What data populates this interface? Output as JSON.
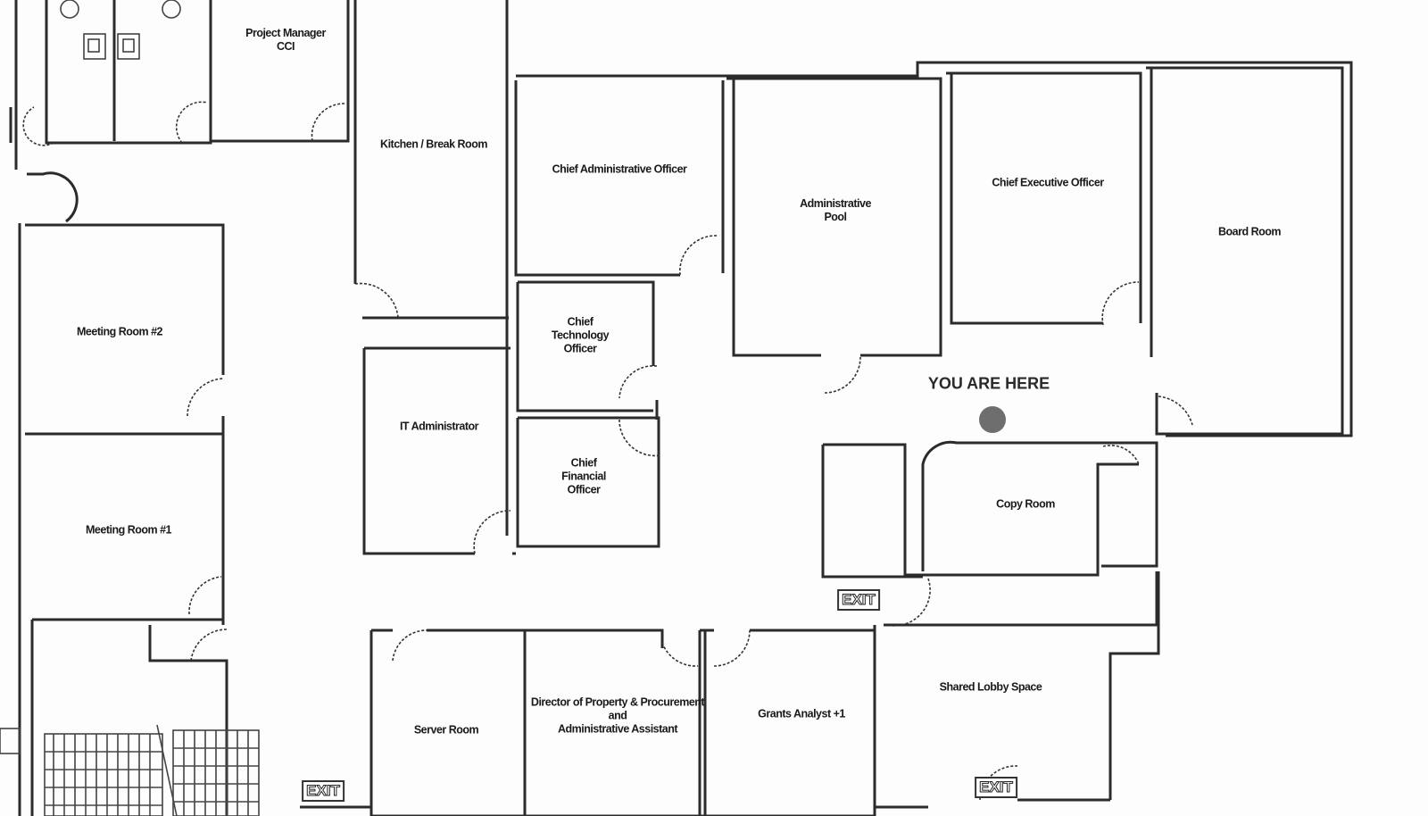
{
  "rooms": {
    "project_manager": "Project Manager\nCCI",
    "kitchen": "Kitchen / Break Room",
    "cao": "Chief Administrative Officer",
    "admin_pool": "Administrative\nPool",
    "ceo": "Chief Executive Officer",
    "board_room": "Board Room",
    "meeting_room_2": "Meeting Room #2",
    "cto": "Chief\nTechnology\nOfficer",
    "it_admin": "IT Administrator",
    "cfo": "Chief\nFinancial\nOfficer",
    "copy_room": "Copy Room",
    "meeting_room_1": "Meeting Room #1",
    "server_room": "Server Room",
    "property_director": "Director of Property & Procurement\nand\nAdministrative Assistant",
    "grants_analyst": "Grants Analyst +1",
    "lobby": "Shared Lobby Space"
  },
  "you_are_here": {
    "label": "YOU ARE HERE",
    "marker_color": "#6e6e6e"
  },
  "exits": {
    "exit_1": "EXIT",
    "exit_2": "EXIT",
    "exit_3": "EXIT"
  },
  "colors": {
    "walls": "#2b2b2b",
    "background": "#fdfdfd"
  }
}
